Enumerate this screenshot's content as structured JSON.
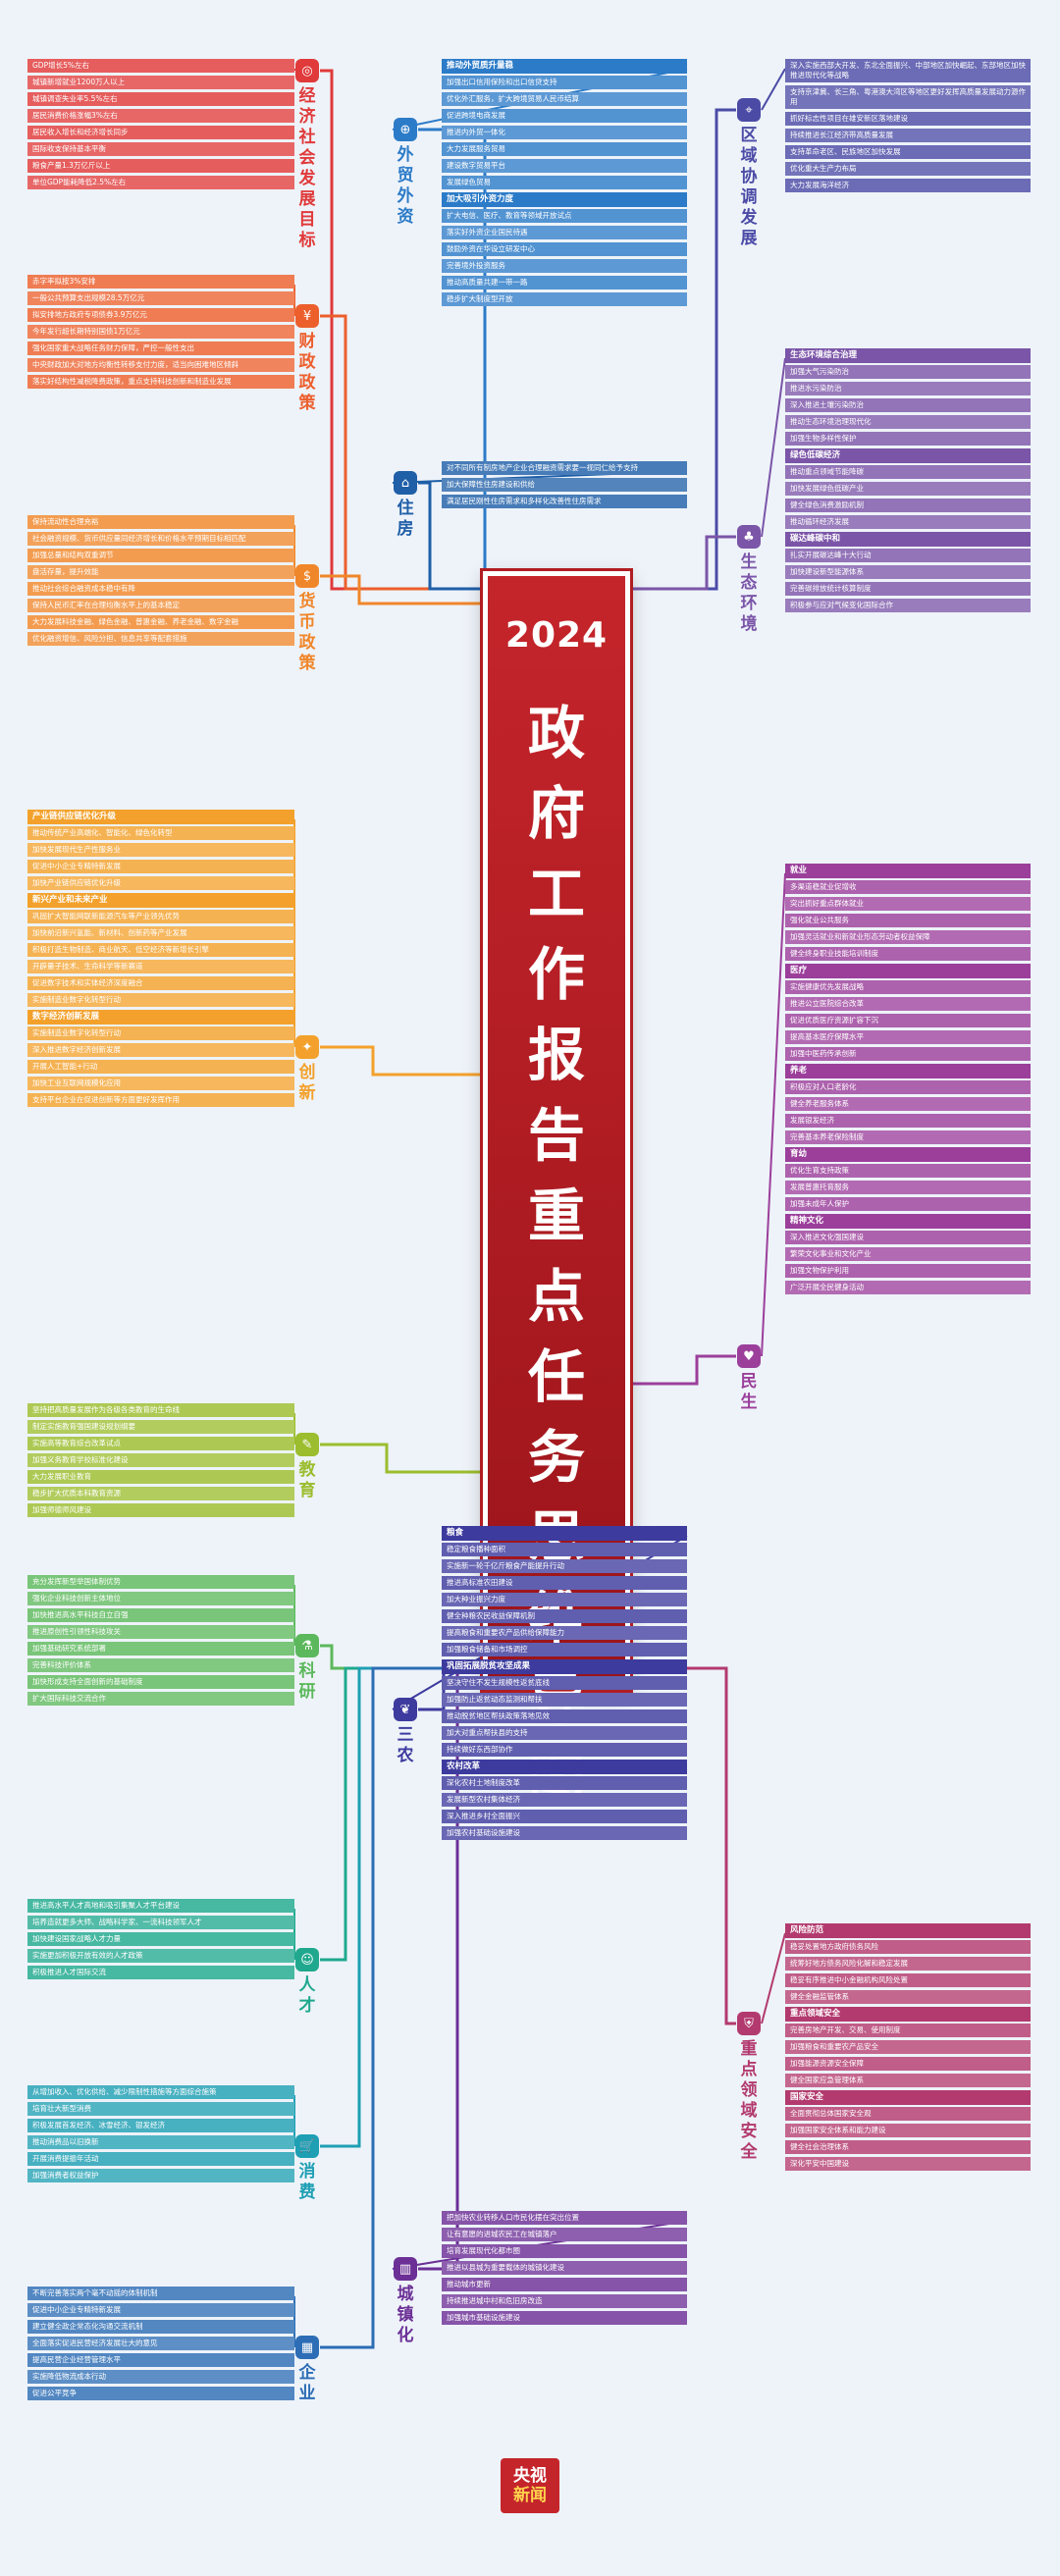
{
  "title": {
    "year": "2024",
    "text": "政府工作报告重点任务思维导图"
  },
  "logo": {
    "line1": "央视",
    "line2": "新闻"
  },
  "topics": [
    {
      "key": "econ",
      "name": "经济社会发展目标",
      "color": "#e03a3a",
      "icon": "target-icon",
      "glyph": "◎",
      "sections": [
        {
          "label": "",
          "items": [
            "GDP增长5%左右",
            "城镇新增就业1200万人以上",
            "城镇调查失业率5.5%左右",
            "居民消费价格涨幅3%左右",
            "居民收入增长和经济增长同步",
            "国际收支保持基本平衡",
            "粮食产量1.3万亿斤以上",
            "单位GDP能耗降低2.5%左右"
          ]
        }
      ]
    },
    {
      "key": "fiscal",
      "name": "财政政策",
      "color": "#ec5f2d",
      "icon": "coins-icon",
      "glyph": "¥",
      "sections": [
        {
          "label": "",
          "items": [
            "赤字率拟按3%安排",
            "一般公共预算支出规模28.5万亿元",
            "拟安排地方政府专项债券3.9万亿元",
            "今年发行超长期特别国债1万亿元",
            "强化国家重大战略任务财力保障，严控一般性支出",
            "中央财政加大对地方均衡性转移支付力度，适当向困难地区倾斜",
            "落实好结构性减税降费政策，重点支持科技创新和制造业发展"
          ]
        }
      ]
    },
    {
      "key": "money",
      "name": "货币政策",
      "color": "#f0862a",
      "icon": "money-icon",
      "glyph": "$",
      "sections": [
        {
          "label": "",
          "items": [
            "保持流动性合理充裕",
            "社会融资规模、货币供应量同经济增长和价格水平预期目标相匹配",
            "加强总量和结构双重调节",
            "盘活存量，提升效能",
            "推动社会综合融资成本稳中有降",
            "保持人民币汇率在合理均衡水平上的基本稳定",
            "大力发展科技金融、绿色金融、普惠金融、养老金融、数字金融",
            "优化融资增信、风险分担、信息共享等配套措施"
          ]
        }
      ]
    },
    {
      "key": "innov",
      "name": "创新",
      "color": "#f3a12c",
      "icon": "bulb-icon",
      "glyph": "✦",
      "sections": [
        {
          "label": "产业链供应链优化升级",
          "items": [
            "推动传统产业高端化、智能化、绿色化转型",
            "加快发展现代生产性服务业",
            "促进中小企业专精特新发展",
            "加快产业链供应链优化升级"
          ]
        },
        {
          "label": "新兴产业和未来产业",
          "items": [
            "巩固扩大智能网联新能源汽车等产业领先优势",
            "加快前沿新兴氢能、新材料、创新药等产业发展",
            "积极打造生物制造、商业航天、低空经济等新增长引擎",
            "开辟量子技术、生命科学等新赛道",
            "促进数字技术和实体经济深度融合",
            "实施制造业数字化转型行动"
          ]
        },
        {
          "label": "数字经济创新发展",
          "items": [
            "实施制造业数字化转型行动",
            "深入推进数字经济创新发展",
            "开展人工智能+行动",
            "加快工业互联网规模化应用",
            "支持平台企业在促进创新等方面更好发挥作用"
          ]
        }
      ]
    },
    {
      "key": "edu",
      "name": "教育",
      "color": "#9bbd2e",
      "icon": "book-icon",
      "glyph": "✎",
      "sections": [
        {
          "label": "",
          "items": [
            "坚持把高质量发展作为各级各类教育的生命线",
            "制定实施教育强国建设规划纲要",
            "实施高等教育综合改革试点",
            "加强义务教育学校标准化建设",
            "大力发展职业教育",
            "稳步扩大优质本科教育资源",
            "加强师德师风建设"
          ]
        }
      ]
    },
    {
      "key": "sci",
      "name": "科研",
      "color": "#5cb85c",
      "icon": "flask-icon",
      "glyph": "⚗",
      "sections": [
        {
          "label": "",
          "items": [
            "充分发挥新型举国体制优势",
            "强化企业科技创新主体地位",
            "加快推进高水平科技自立自强",
            "推进原创性引领性科技攻关",
            "加强基础研究系统部署",
            "完善科技评价体系",
            "加快形成支持全面创新的基础制度",
            "扩大国际科技交流合作"
          ]
        }
      ]
    },
    {
      "key": "talent",
      "name": "人才",
      "color": "#1fa88e",
      "icon": "person-icon",
      "glyph": "☺",
      "sections": [
        {
          "label": "",
          "items": [
            "推进高水平人才高地和吸引集聚人才平台建设",
            "培养造就更多大师、战略科学家、一流科技领军人才",
            "加快建设国家战略人才力量",
            "实施更加积极开放有效的人才政策",
            "积极推进人才国际交流"
          ]
        }
      ]
    },
    {
      "key": "consume",
      "name": "消费",
      "color": "#1e9fb3",
      "icon": "cart-icon",
      "glyph": "🛒",
      "sections": [
        {
          "label": "",
          "items": [
            "从增加收入、优化供给、减少限制性措施等方面综合施策",
            "培育壮大新型消费",
            "积极发展首发经济、冰雪经济、银发经济",
            "推动消费品以旧换新",
            "开展消费提振年活动",
            "加强消费者权益保护"
          ]
        }
      ]
    },
    {
      "key": "biz",
      "name": "企业",
      "color": "#2c6db5",
      "icon": "building-icon",
      "glyph": "▦",
      "sections": [
        {
          "label": "",
          "items": [
            "不断完善落实两个毫不动摇的体制机制",
            "促进中小企业专精特新发展",
            "建立健全政企常态化沟通交流机制",
            "全面落实促进民营经济发展壮大的意见",
            "提高民营企业经营管理水平",
            "实施降低物流成本行动",
            "促进公平竞争"
          ]
        }
      ]
    },
    {
      "key": "trade",
      "name": "外贸外资",
      "color": "#2c7bc8",
      "icon": "globe-icon",
      "glyph": "⊕",
      "sections": [
        {
          "label": "推动外贸质升量稳",
          "items": [
            "加强出口信用保险和出口信贷支持",
            "优化外汇服务，扩大跨境贸易人民币结算",
            "促进跨境电商发展",
            "推进内外贸一体化",
            "大力发展服务贸易",
            "建设数字贸易平台",
            "发展绿色贸易"
          ]
        },
        {
          "label": "加大吸引外资力度",
          "items": [
            "扩大电信、医疗、教育等领域开放试点",
            "落实好外资企业国民待遇",
            "鼓励外资在华设立研发中心",
            "完善境外投资服务",
            "推动高质量共建一带一路",
            "稳步扩大制度型开放"
          ]
        }
      ]
    },
    {
      "key": "house",
      "name": "住房",
      "color": "#1f5fa8",
      "icon": "house-icon",
      "glyph": "⌂",
      "sections": [
        {
          "label": "",
          "items": [
            "对不同所有制房地产企业合理融资需求要一视同仁给予支持",
            "加大保障性住房建设和供给",
            "满足居民刚性住房需求和多样化改善性住房需求"
          ]
        }
      ]
    },
    {
      "key": "rural",
      "name": "三农",
      "color": "#3d3b9e",
      "icon": "wheat-icon",
      "glyph": "❦",
      "sections": [
        {
          "label": "粮食",
          "items": [
            "稳定粮食播种面积",
            "实施新一轮千亿斤粮食产能提升行动",
            "推进高标准农田建设",
            "加大种业振兴力度",
            "健全种粮农民收益保障机制",
            "提高粮食和重要农产品供给保障能力",
            "加强粮食储备和市场调控"
          ]
        },
        {
          "label": "巩固拓展脱贫攻坚成果",
          "items": [
            "坚决守住不发生规模性返贫底线",
            "加强防止返贫动态监测和帮扶",
            "推动脱贫地区帮扶政策落地见效",
            "加大对重点帮扶县的支持",
            "持续做好东西部协作"
          ]
        },
        {
          "label": "农村改革",
          "items": [
            "深化农村土地制度改革",
            "发展新型农村集体经济",
            "深入推进乡村全面振兴",
            "加强农村基础设施建设"
          ]
        }
      ]
    },
    {
      "key": "urban",
      "name": "城镇化",
      "color": "#6b2f96",
      "icon": "city-icon",
      "glyph": "▥",
      "sections": [
        {
          "label": "",
          "items": [
            "把加快农业转移人口市民化摆在突出位置",
            "让有意愿的进城农民工在城镇落户",
            "培育发展现代化都市圈",
            "推进以县城为重要载体的城镇化建设",
            "推动城市更新",
            "持续推进城中村和危旧房改造",
            "加强城市基础设施建设"
          ]
        }
      ]
    },
    {
      "key": "region",
      "name": "区域协调发展",
      "color": "#4b4ba6",
      "icon": "map-icon",
      "glyph": "⌖",
      "sections": [
        {
          "label": "",
          "items": [
            "深入实施西部大开发、东北全面振兴、中部地区加快崛起、东部地区加快推进现代化等战略",
            "支持京津冀、长三角、粤港澳大湾区等地区更好发挥高质量发展动力源作用",
            "抓好标志性项目在雄安新区落地建设",
            "持续推进长江经济带高质量发展",
            "支持革命老区、民族地区加快发展",
            "优化重大生产力布局",
            "大力发展海洋经济"
          ]
        }
      ]
    },
    {
      "key": "eco",
      "name": "生态环境",
      "color": "#7b55a8",
      "icon": "leaf-icon",
      "glyph": "♣",
      "sections": [
        {
          "label": "生态环境综合治理",
          "items": [
            "加强大气污染防治",
            "推进水污染防治",
            "深入推进土壤污染防治",
            "推动生态环境治理现代化",
            "加强生物多样性保护"
          ]
        },
        {
          "label": "绿色低碳经济",
          "items": [
            "推动重点领域节能降碳",
            "加快发展绿色低碳产业",
            "健全绿色消费激励机制",
            "推动循环经济发展"
          ]
        },
        {
          "label": "碳达峰碳中和",
          "items": [
            "扎实开展碳达峰十大行动",
            "加快建设新型能源体系",
            "完善碳排放统计核算制度",
            "积极参与应对气候变化国际合作"
          ]
        }
      ]
    },
    {
      "key": "people",
      "name": "民生",
      "color": "#9b3f9b",
      "icon": "heart-icon",
      "glyph": "♥",
      "sections": [
        {
          "label": "就业",
          "items": [
            "多渠道稳就业促增收",
            "突出抓好重点群体就业",
            "强化就业公共服务",
            "加强灵活就业和新就业形态劳动者权益保障",
            "健全终身职业技能培训制度"
          ]
        },
        {
          "label": "医疗",
          "items": [
            "实施健康优先发展战略",
            "推进公立医院综合改革",
            "促进优质医疗资源扩容下沉",
            "提高基本医疗保障水平",
            "加强中医药传承创新"
          ]
        },
        {
          "label": "养老",
          "items": [
            "积极应对人口老龄化",
            "健全养老服务体系",
            "发展银发经济",
            "完善基本养老保险制度"
          ]
        },
        {
          "label": "育幼",
          "items": [
            "优化生育支持政策",
            "发展普惠托育服务",
            "加强未成年人保护"
          ]
        },
        {
          "label": "精神文化",
          "items": [
            "深入推进文化强国建设",
            "繁荣文化事业和文化产业",
            "加强文物保护利用",
            "广泛开展全民健身活动"
          ]
        }
      ]
    },
    {
      "key": "safety",
      "name": "重点领域安全",
      "color": "#b23a6e",
      "icon": "shield-icon",
      "glyph": "⛨",
      "sections": [
        {
          "label": "风险防范",
          "items": [
            "稳妥处置地方政府债务风险",
            "统筹好地方债务风险化解和稳定发展",
            "稳妥有序推进中小金融机构风险处置",
            "健全金融监管体系"
          ]
        },
        {
          "label": "重点领域安全",
          "items": [
            "完善房地产开发、交易、使用制度",
            "加强粮食和重要农产品安全",
            "加强能源资源安全保障",
            "健全国家应急管理体系"
          ]
        },
        {
          "label": "国家安全",
          "items": [
            "全面贯彻总体国家安全观",
            "加强国家安全体系和能力建设",
            "健全社会治理体系",
            "深化平安中国建设"
          ]
        }
      ]
    }
  ]
}
